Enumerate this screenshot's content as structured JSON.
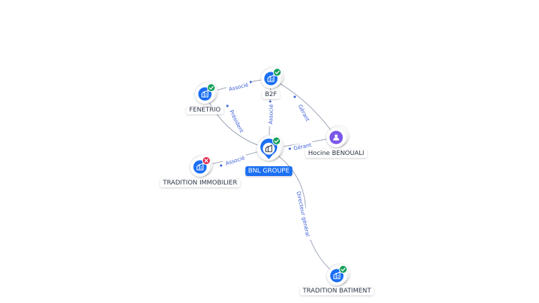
{
  "colors": {
    "company": "#1b6ff2",
    "person": "#7b57e8",
    "active_badge": "#16a05d",
    "closed_badge": "#e0284b",
    "edge": "#9aa3b5",
    "edge_label": "#3d5fd6"
  },
  "nodes": {
    "bnl_groupe": {
      "label": "BNL GROUPE",
      "type": "company",
      "status": "active",
      "icon": "building-icon"
    },
    "b2f": {
      "label": "B2F",
      "type": "company",
      "status": "active",
      "icon": "building-icon"
    },
    "fenetrio": {
      "label": "FENETRIO",
      "type": "company",
      "status": "active",
      "icon": "building-icon"
    },
    "tradition_immobilier": {
      "label": "TRADITION IMMOBILIER",
      "type": "company",
      "status": "closed",
      "icon": "building-icon"
    },
    "hocine_benouali": {
      "label": "Hocine BENOUALI",
      "type": "person",
      "status": "",
      "icon": "person-icon"
    },
    "tradition_batiment": {
      "label": "TRADITION BATIMENT",
      "type": "company",
      "status": "active",
      "icon": "building-icon"
    }
  },
  "edges": [
    {
      "label": "Associé",
      "source": "fenetrio",
      "target": "b2f"
    },
    {
      "label": "Président",
      "source": "fenetrio",
      "target": "bnl_groupe"
    },
    {
      "label": "Associé",
      "source": "bnl_groupe",
      "target": "b2f"
    },
    {
      "label": "Gérant",
      "source": "hocine_benouali",
      "target": "b2f"
    },
    {
      "label": "Gérant",
      "source": "hocine_benouali",
      "target": "bnl_groupe"
    },
    {
      "label": "Associé",
      "source": "bnl_groupe",
      "target": "tradition_immobilier"
    },
    {
      "label": "Directeur général",
      "source": "bnl_groupe",
      "target": "tradition_batiment"
    }
  ]
}
